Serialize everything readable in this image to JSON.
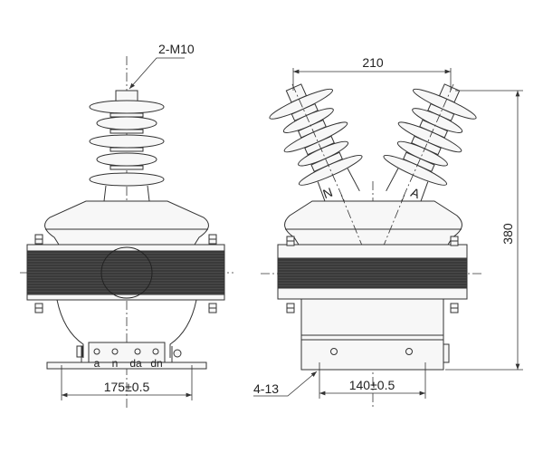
{
  "front_view": {
    "thread_callout": "2-M10",
    "terminals": [
      "a",
      "n",
      "da",
      "dn"
    ],
    "base_dimension": "175±0.5"
  },
  "side_view": {
    "terminal_spacing": "210",
    "overall_height": "380",
    "mounting_holes": "4-13",
    "base_dimension": "140±0.5",
    "terminal_left_label": "N",
    "terminal_right_label": "A"
  },
  "colors": {
    "line": "#333333",
    "core_band": "#3a3a3a",
    "fill": "#f7f7f7"
  }
}
